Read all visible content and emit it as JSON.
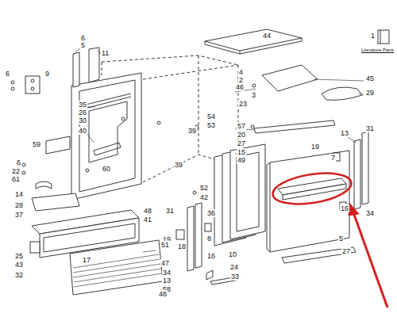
{
  "diagram": {
    "labels": [
      "1",
      "Literature Parts",
      "44",
      "6",
      "5",
      "11",
      "4",
      "2",
      "46",
      "3",
      "23",
      "45",
      "29",
      "6",
      "9",
      "35",
      "26",
      "30",
      "40",
      "39",
      "54",
      "53",
      "57",
      "20",
      "27",
      "13",
      "31",
      "19",
      "7",
      "15",
      "49",
      "59",
      "6",
      "22",
      "61",
      "60",
      "39",
      "52",
      "42",
      "14",
      "28",
      "37",
      "48",
      "41",
      "31",
      "36",
      "19",
      "18",
      "8",
      "16",
      "34",
      "13",
      "58",
      "10",
      "24",
      "33",
      "25",
      "43",
      "32",
      "17",
      "51",
      "47",
      "48",
      "16",
      "34",
      "5",
      "27"
    ]
  }
}
